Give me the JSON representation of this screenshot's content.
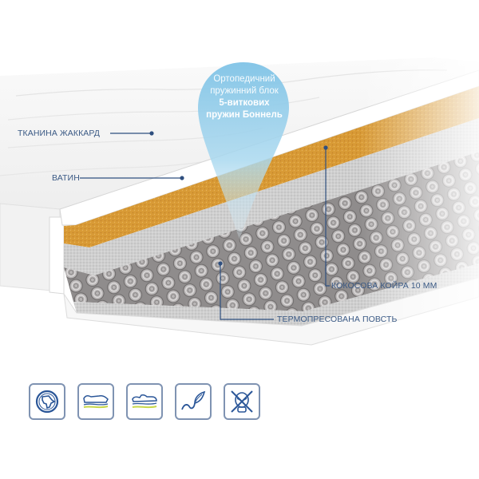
{
  "bubble": {
    "line1": "Ортопедичний",
    "line2": "пружинний блок",
    "line3": "5-виткових",
    "line4": "пружин Боннель",
    "color": "#8fcbe8"
  },
  "layers": [
    {
      "id": "jacquard",
      "label": "ТКАНИНА ЖАККАРД"
    },
    {
      "id": "batting",
      "label": "ВАТИН"
    },
    {
      "id": "coconut",
      "label": "КОКОСОВА КОЙРА 10 ММ"
    },
    {
      "id": "felt",
      "label": "ТЕРМОПРЕСОВАНА ПОВСТЬ"
    }
  ],
  "colors": {
    "label_text": "#3b5a85",
    "leader_line": "#2f4f7f",
    "coconut": "#d9962e",
    "springs": "#9a9898",
    "felt": "#c9c9c9",
    "icon_stroke": "#2a5698",
    "icon_accent": "#c8d84a",
    "icon_border": "#7f93b2"
  },
  "features": [
    {
      "icon": "globe-head-icon",
      "meaning": "hypoallergenic / natural"
    },
    {
      "icon": "body-support-icon",
      "meaning": "orthopedic support"
    },
    {
      "icon": "body-support-alt-icon",
      "meaning": "anatomic support"
    },
    {
      "icon": "leaf-wave-icon",
      "meaning": "eco-friendly"
    },
    {
      "icon": "no-mites-icon",
      "meaning": "anti-dust-mite"
    }
  ]
}
